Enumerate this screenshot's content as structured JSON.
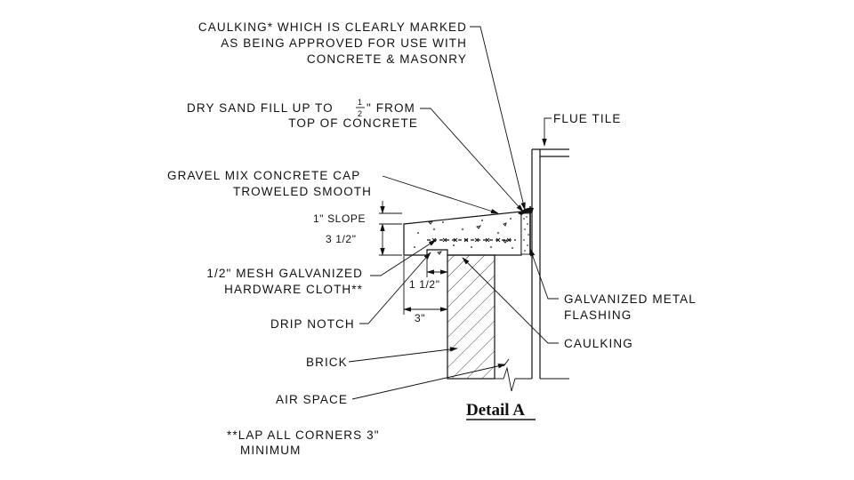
{
  "labels": {
    "caulking_top": [
      "CAULKING* WHICH IS CLEARLY MARKED",
      "AS BEING APPROVED FOR USE WITH",
      "CONCRETE & MASONRY"
    ],
    "dry_sand": [
      "DRY SAND FILL UP TO",
      "\" FROM",
      "TOP OF CONCRETE"
    ],
    "dry_sand_frac": {
      "num": "1",
      "den": "2"
    },
    "concrete_cap": [
      "GRAVEL MIX CONCRETE CAP",
      "TROWELED SMOOTH"
    ],
    "flue_tile": "FLUE TILE",
    "mesh": [
      "1/2\" MESH GALVANIZED",
      "HARDWARE CLOTH**"
    ],
    "drip_notch": "DRIP NOTCH",
    "brick": "BRICK",
    "air_space": "AIR SPACE",
    "galvanized_flashing": [
      "GALVANIZED METAL",
      "FLASHING"
    ],
    "caulking_bottom": "CAULKING",
    "note": [
      "**LAP ALL CORNERS 3\"",
      "MINIMUM"
    ]
  },
  "dimensions": {
    "slope": "1\" SLOPE",
    "cap_thickness": "3 1/2\"",
    "notch_offset": "1 1/2\"",
    "overhang": "3\""
  },
  "title": "Detail A"
}
